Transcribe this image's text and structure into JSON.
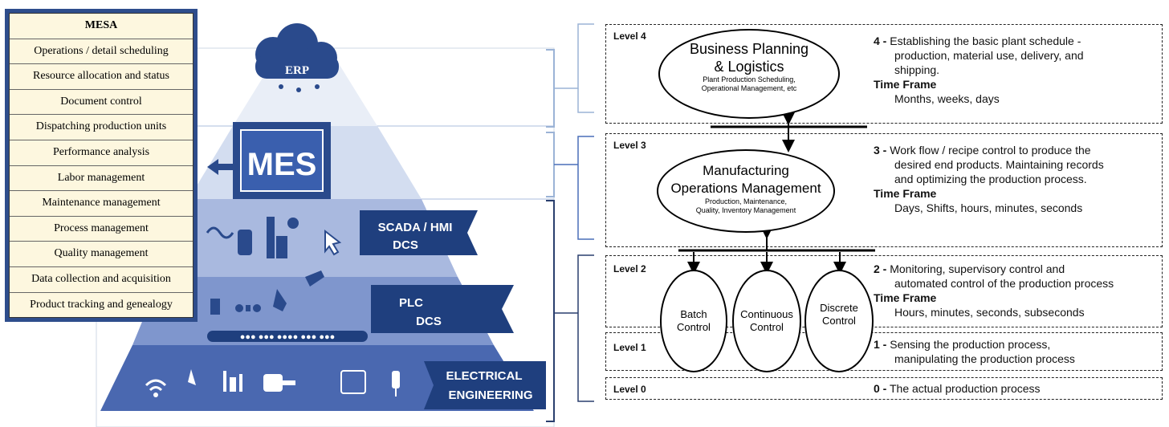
{
  "mesa": {
    "title": "MESA",
    "items": [
      "Operations / detail scheduling",
      "Resource allocation and status",
      "Document control",
      "Dispatching production units",
      "Performance analysis",
      "Labor management",
      "Maintenance management",
      "Process management",
      "Quality management",
      "Data collection and acquisition",
      "Product tracking and genealogy"
    ]
  },
  "pyramid": {
    "erp": "ERP",
    "mes": "MES",
    "scada": "SCADA / HMI",
    "scada_dcs": "DCS",
    "plc": "PLC",
    "plc_dcs": "DCS",
    "elec1": "ELECTRICAL",
    "elec2": "ENGINEERING"
  },
  "levels": {
    "l4": {
      "label": "Level 4",
      "title1": "Business Planning",
      "title2": "& Logistics",
      "sub1": "Plant Production Scheduling,",
      "sub2": "Operational Management, etc",
      "num": "4 -",
      "desc1": "Establishing the basic plant schedule -",
      "desc2": "production, material use, delivery, and",
      "desc3": "shipping.",
      "tf": "Time Frame",
      "tfval": "Months, weeks, days"
    },
    "l3": {
      "label": "Level 3",
      "title1": "Manufacturing",
      "title2": "Operations Management",
      "sub1": "Production, Maintenance,",
      "sub2": "Quality, Inventory Management",
      "num": "3 -",
      "desc1": "Work flow / recipe control to produce the",
      "desc2": "desired end products. Maintaining records",
      "desc3": "and optimizing the production process.",
      "tf": "Time Frame",
      "tfval": "Days, Shifts, hours, minutes, seconds"
    },
    "l2": {
      "label": "Level 2",
      "num": "2 -",
      "desc1": "Monitoring, supervisory control and",
      "desc2": "automated control of the production process",
      "tf": "Time Frame",
      "tfval": "Hours, minutes, seconds, subseconds",
      "batch1": "Batch",
      "batch2": "Control",
      "cont1": "Continuous",
      "cont2": "Control",
      "disc1": "Discrete",
      "disc2": "Control"
    },
    "l1": {
      "label": "Level 1",
      "num": "1 -",
      "desc1": "Sensing the production process,",
      "desc2": "manipulating the production process"
    },
    "l0": {
      "label": "Level 0",
      "num": "0 -",
      "desc1": "The actual production process"
    }
  },
  "colors": {
    "mesa_border": "#2e4d8c",
    "mesa_cell": "#fdf7df",
    "pyramid_dark": "#2a4a8c",
    "banner": "#1f3f7e"
  }
}
